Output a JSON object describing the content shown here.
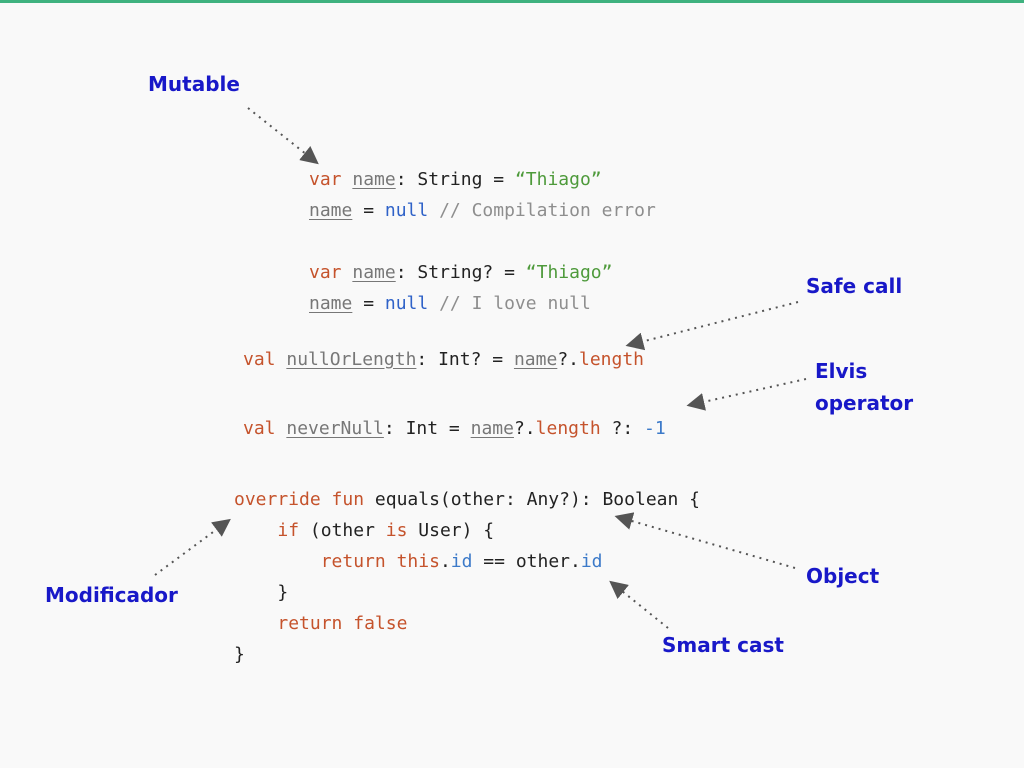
{
  "code": {
    "block1": {
      "l1": {
        "kw": "var",
        "name": "name",
        "rest": ": String = ",
        "str": "“Thiago”"
      },
      "l2": {
        "name": "name",
        "op": " = ",
        "null": "null",
        "comment": " // Compilation error"
      },
      "l3": {
        "kw": "var",
        "name": "name",
        "rest": ": String? = ",
        "str": "“Thiago”"
      },
      "l4": {
        "name": "name",
        "op": " = ",
        "null": "null",
        "comment": " // I love null"
      }
    },
    "block2": {
      "l1": {
        "kw": "val",
        "name": "nullOrLength",
        "rest": ": Int? = ",
        "ref": "name",
        "op": "?.",
        "prop": "length"
      },
      "l2": {
        "kw": "val",
        "name": "neverNull",
        "rest": ": Int = ",
        "ref": "name",
        "op": "?.",
        "prop": "length",
        "elvis": " ?: ",
        "num": "-1"
      }
    },
    "block3": {
      "l1": {
        "kw1": "override",
        "kw2": "fun",
        "rest": " equals(other: Any?): Boolean {"
      },
      "l2": {
        "kw": "if",
        "open": "(other ",
        "is": "is",
        "close": " User) {"
      },
      "l3": {
        "kw": "return",
        "this": "this",
        "dot1": ".",
        "prop1": "id",
        "mid": " == other.",
        "prop2": "id"
      },
      "l4": {
        "text": "}"
      },
      "l5": {
        "kw": "return",
        "val": "false"
      },
      "l6": {
        "text": "}"
      }
    }
  },
  "annotations": {
    "mutable": "Mutable",
    "safe_call": "Safe call",
    "elvis_l1": "Elvis",
    "elvis_l2": "operator",
    "object": "Object",
    "smart_cast": "Smart cast",
    "modificador": "Modificador"
  },
  "colors": {
    "keyword": "#c5532c",
    "string": "#4e9a3b",
    "null": "#2f62c8",
    "comment": "#8e8e8e",
    "annotation": "#1818c8",
    "arrow": "#555555"
  }
}
